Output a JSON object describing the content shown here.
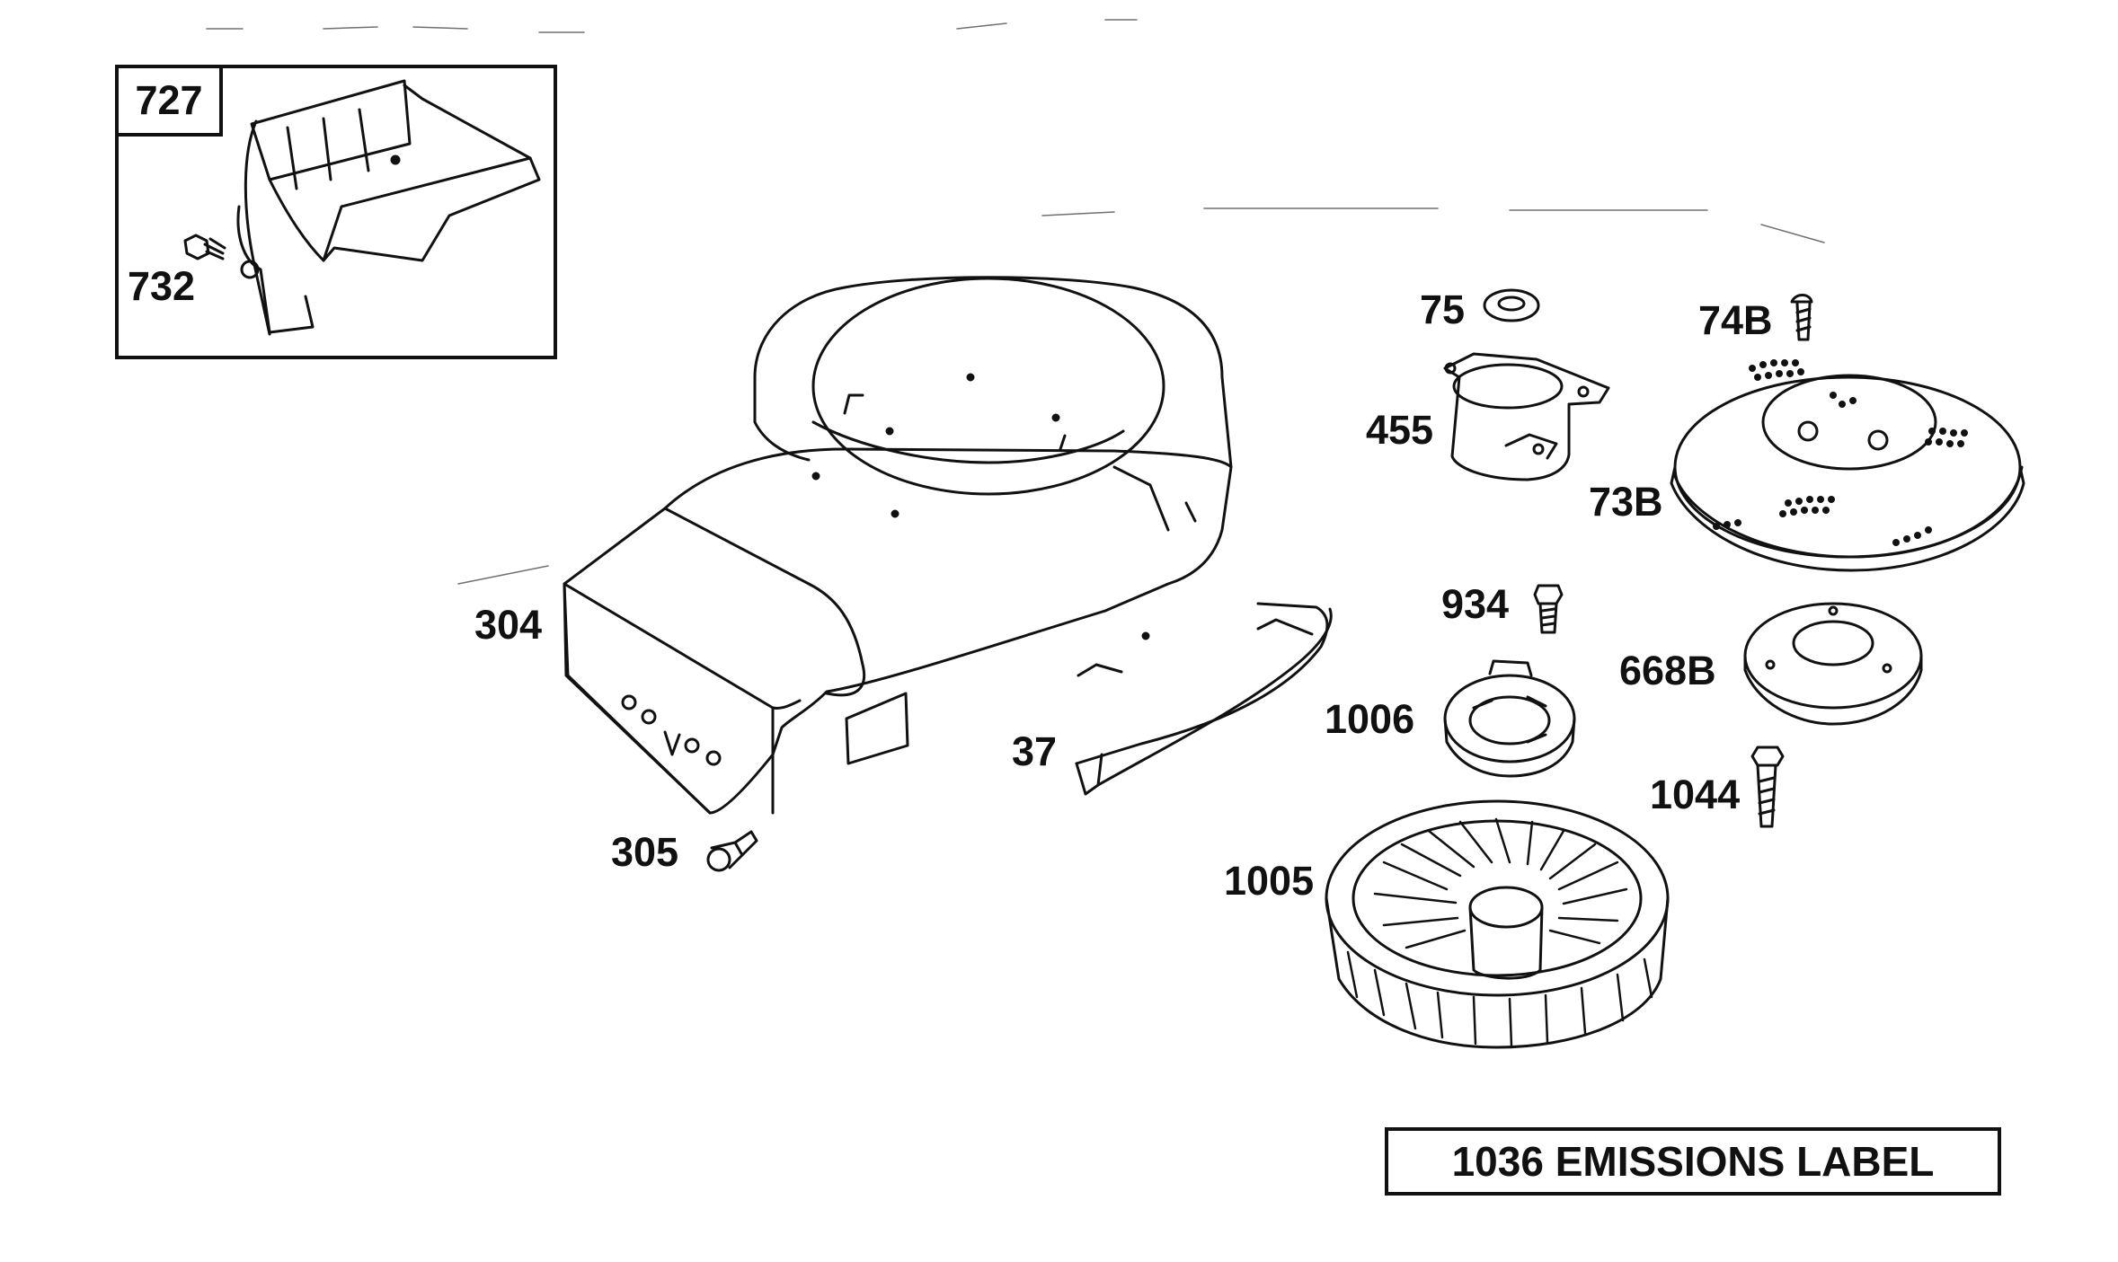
{
  "diagram": {
    "inset": {
      "tag": "727",
      "callouts": [
        "732"
      ]
    },
    "callouts": {
      "p304": "304",
      "p305": "305",
      "p37": "37",
      "p75": "75",
      "p455": "455",
      "p74b": "74B",
      "p73b": "73B",
      "p934": "934",
      "p668b": "668B",
      "p1006": "1006",
      "p1044": "1044",
      "p1005": "1005"
    },
    "emissions_label": "1036 EMISSIONS LABEL"
  },
  "colors": {
    "line": "#111111",
    "background": "#ffffff"
  }
}
